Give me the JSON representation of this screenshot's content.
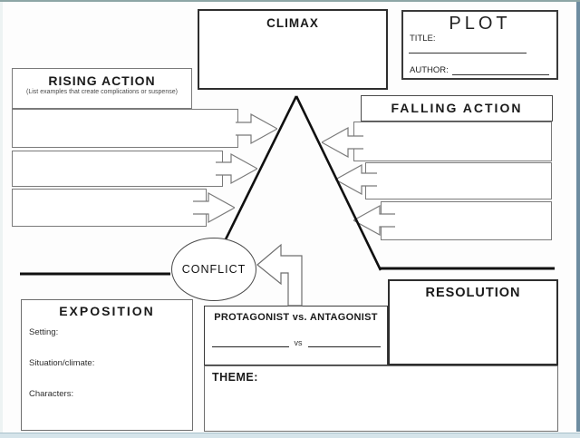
{
  "climax": {
    "label": "CLIMAX"
  },
  "plot": {
    "heading": "PLOT",
    "title_label": "TITLE:",
    "author_label": "AUTHOR:"
  },
  "rising_action": {
    "title": "RISING ACTION",
    "subtitle": "(List examples that create complications or suspense)"
  },
  "falling_action": {
    "title": "FALLING ACTION"
  },
  "conflict": {
    "label": "CONFLICT"
  },
  "exposition": {
    "title": "EXPOSITION",
    "fields": [
      "Setting:",
      "Situation/climate:",
      "Characters:"
    ]
  },
  "protagonist": {
    "title": "PROTAGONIST vs. ANTAGONIST",
    "vs_label": "vs"
  },
  "resolution": {
    "title": "RESOLUTION"
  },
  "theme": {
    "label": "THEME:"
  },
  "colors": {
    "frame_top": "#8da6a6",
    "frame_right": "#6d8ca0",
    "frame_bottom": "#d5e4ea",
    "line": "#101010",
    "box_border": "#7a7a7a"
  }
}
